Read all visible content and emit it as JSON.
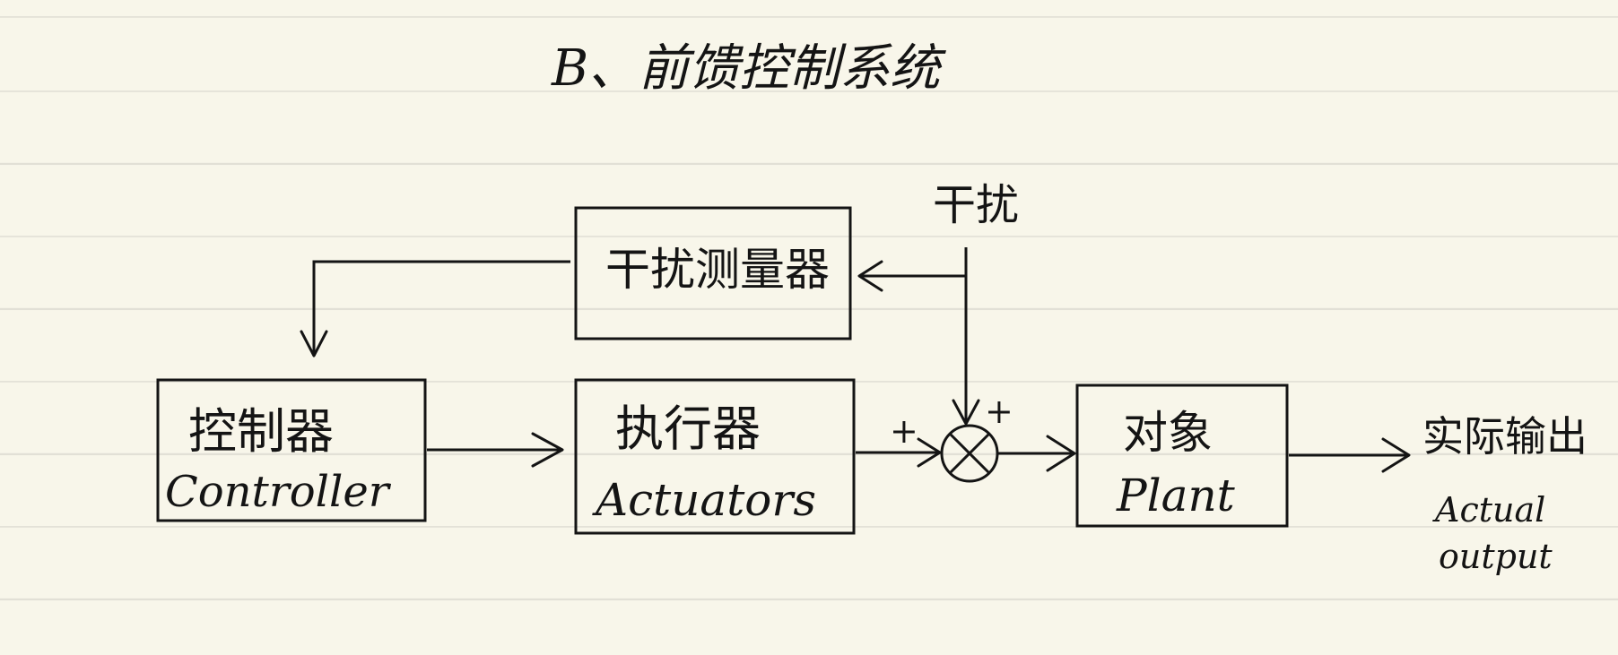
{
  "title": "B、前馈控制系统",
  "disturbance": "干扰",
  "blocks": {
    "measurement": {
      "zh": "干扰测量器"
    },
    "controller": {
      "zh": "控制器",
      "en": "Controller"
    },
    "actuators": {
      "zh": "执行器",
      "en": "Actuators"
    },
    "plant": {
      "zh": "对象",
      "en": "Plant"
    }
  },
  "summing_junction": {
    "symbol": "×",
    "sign_left": "+",
    "sign_top": "+"
  },
  "output": {
    "zh": "实际输出",
    "en_line1": "Actual",
    "en_line2": "output"
  },
  "colors": {
    "ink": "#141414",
    "paper": "#f8f6ea",
    "rule": "#e2e0d6"
  }
}
